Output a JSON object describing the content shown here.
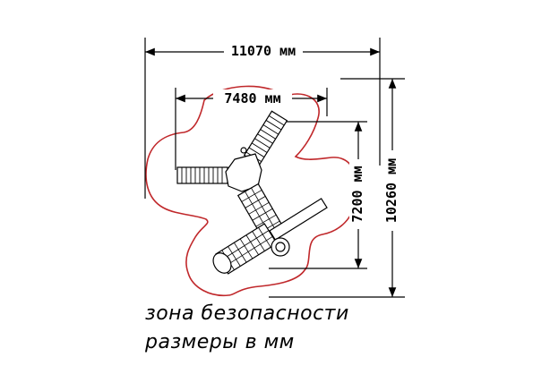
{
  "dimensions": {
    "overall_width": "11070 мм",
    "inner_width": "7480 мм",
    "inner_height": "7200 мм",
    "overall_height": "10260 мм"
  },
  "caption": {
    "line1": "зона безопасности",
    "line2": "размеры в мм"
  },
  "colors": {
    "safety_zone": "#c0282b",
    "lines": "#000000",
    "fill": "#ffffff"
  }
}
